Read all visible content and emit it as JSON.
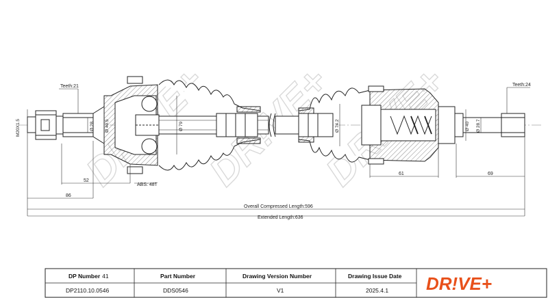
{
  "brand": {
    "logo_text": "DR!VE+",
    "accent_color": "#e8501a"
  },
  "drawing": {
    "watermark_text": "DR!VE+",
    "dimensions": {
      "inner_teeth": "Teeth:21",
      "outer_teeth": "Teeth:24",
      "thread": "M20X1.5",
      "d_shaft_left": "Ø 28",
      "d_cv_left": "Ø 49.5",
      "d_boot_left": "Ø 79",
      "d_boot_right": "Ø 74.2",
      "d_collar_right": "Ø 40",
      "d_stub_right": "Ø 28.7",
      "len_52": "52",
      "len_86": "86",
      "len_61": "61",
      "len_69": "69",
      "abs": "ABS: 48T",
      "overall": "Overall Compressed Length:596",
      "extended": "Extended Length:636"
    }
  },
  "title_block": {
    "dp_number_label": "DP Number",
    "dp_number_suffix": "41",
    "dp_number_value": "DP2110.10.0546",
    "part_number_label": "Part Number",
    "part_number_value": "DDS0546",
    "drawing_version_label": "Drawing Version Number",
    "drawing_version_value": "V1",
    "issue_date_label": "Drawing Issue Date",
    "issue_date_value": "2025.4.1"
  }
}
